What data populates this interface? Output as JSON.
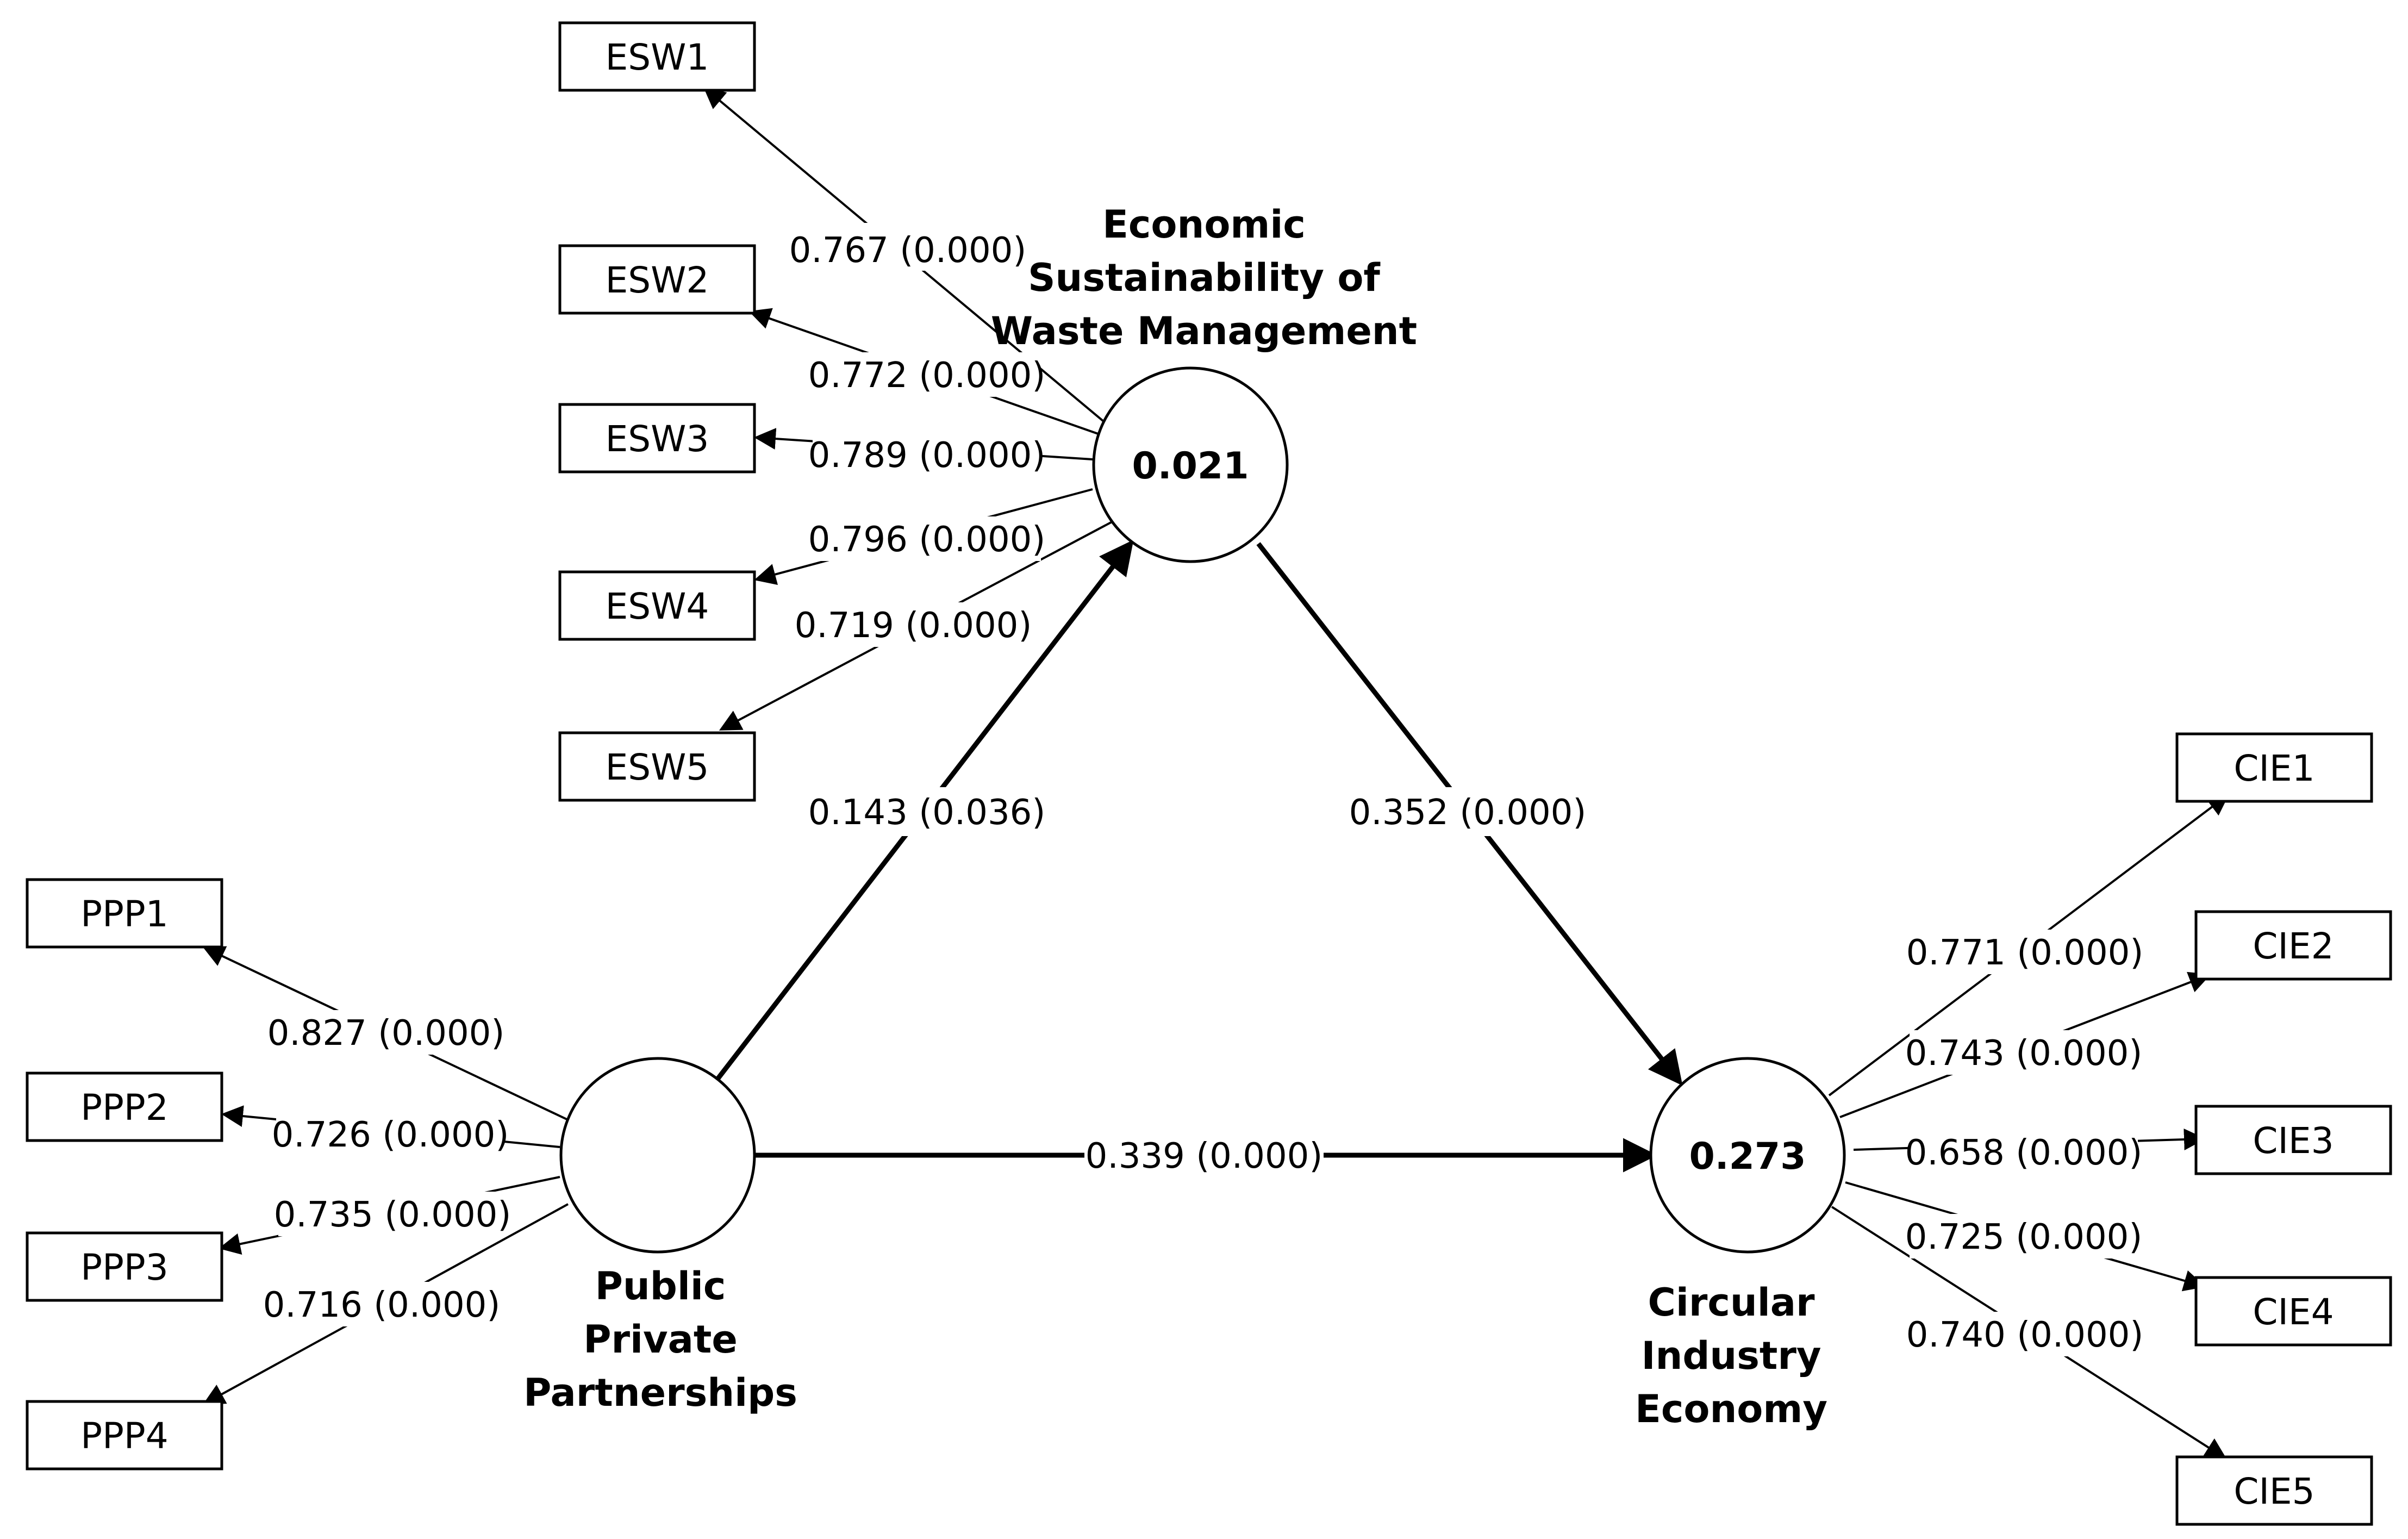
{
  "constructs": {
    "esw": {
      "label_lines": [
        "Economic",
        "Sustainability of",
        "Waste Management"
      ],
      "r2": "0.021"
    },
    "ppp": {
      "label_lines": [
        "Public",
        "Private",
        "Partnerships"
      ],
      "r2": ""
    },
    "cie": {
      "label_lines": [
        "Circular",
        "Industry",
        "Economy"
      ],
      "r2": "0.273"
    }
  },
  "indicators": {
    "esw": [
      {
        "name": "ESW1",
        "loading": "0.767 (0.000)"
      },
      {
        "name": "ESW2",
        "loading": "0.772 (0.000)"
      },
      {
        "name": "ESW3",
        "loading": "0.789 (0.000)"
      },
      {
        "name": "ESW4",
        "loading": "0.796 (0.000)"
      },
      {
        "name": "ESW5",
        "loading": "0.719 (0.000)"
      }
    ],
    "ppp": [
      {
        "name": "PPP1",
        "loading": "0.827 (0.000)"
      },
      {
        "name": "PPP2",
        "loading": "0.726 (0.000)"
      },
      {
        "name": "PPP3",
        "loading": "0.735 (0.000)"
      },
      {
        "name": "PPP4",
        "loading": "0.716 (0.000)"
      }
    ],
    "cie": [
      {
        "name": "CIE1",
        "loading": "0.771 (0.000)"
      },
      {
        "name": "CIE2",
        "loading": "0.743 (0.000)"
      },
      {
        "name": "CIE3",
        "loading": "0.658 (0.000)"
      },
      {
        "name": "CIE4",
        "loading": "0.725 (0.000)"
      },
      {
        "name": "CIE5",
        "loading": "0.740 (0.000)"
      }
    ]
  },
  "paths": {
    "ppp_to_esw": "0.143 (0.036)",
    "esw_to_cie": "0.352 (0.000)",
    "ppp_to_cie": "0.339 (0.000)"
  }
}
